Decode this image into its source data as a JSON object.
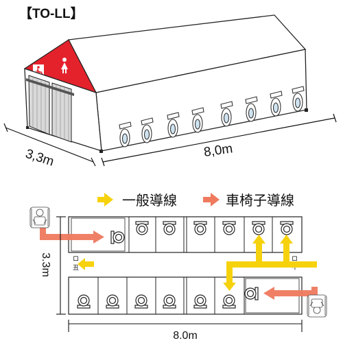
{
  "title": "【TO-LL】",
  "tent": {
    "depth_label": "3,3m",
    "length_label": "8,0m",
    "accent_color": "#e4222c"
  },
  "plan": {
    "width_label": "3.3m",
    "length_label": "8.0m",
    "exit_mark_left": "ロ\n丑",
    "exit_mark_right": "ロ\nイ"
  },
  "legend": {
    "general_label": "一般導線",
    "wheelchair_label": "車椅子導線",
    "general_color": "#f6d20d",
    "wheelchair_color": "#ef7a5e"
  },
  "icons": {
    "wheelchair_sign": "wheelchair-icon",
    "female_sign": "female-icon",
    "toilet": "toilet-icon"
  }
}
